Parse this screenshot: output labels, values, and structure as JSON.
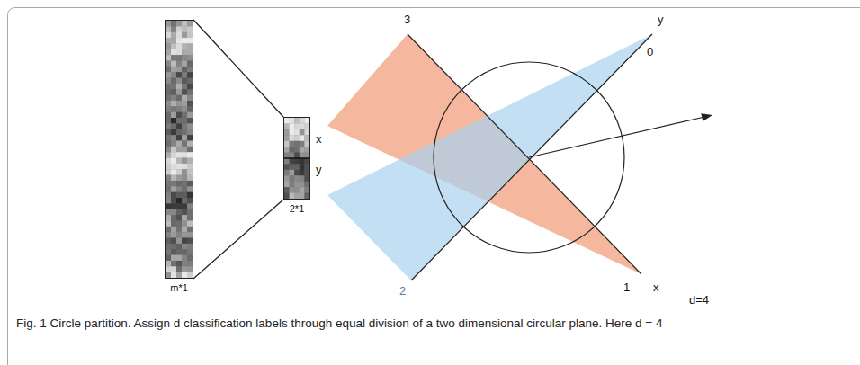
{
  "diagram": {
    "caption": "Fig. 1 Circle partition. Assign d classification labels through equal division of a two dimensional circular plane. Here d = 4",
    "nodes": [
      {
        "text": [
          "m*1"
        ]
      },
      {
        "text": [
          "2*1"
        ]
      }
    ],
    "edges": [
      {
        "from": 0,
        "to": 1,
        "arrow": "none"
      },
      {
        "from": 0,
        "to": 1,
        "arrow": "none"
      }
    ],
    "labels": [
      "x",
      "y",
      "3",
      "y",
      "0",
      "2",
      "1",
      "x",
      "d=4"
    ]
  }
}
